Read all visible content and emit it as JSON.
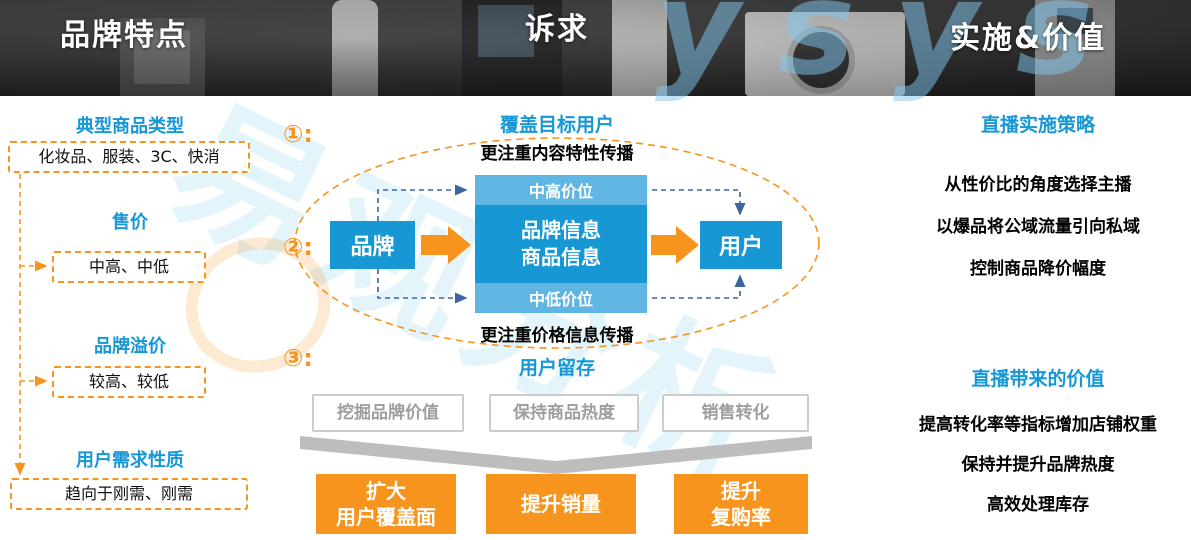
{
  "banner": {
    "left_title": "品牌特点",
    "center_title": "诉求",
    "right_title": "实施&价值"
  },
  "left_panel": {
    "sections": [
      {
        "heading": "典型商品类型",
        "value": "化妆品、服装、3C、快消"
      },
      {
        "heading": "售价",
        "value": "中高、中低"
      },
      {
        "heading": "品牌溢价",
        "value": "较高、较低"
      },
      {
        "heading": "用户需求性质",
        "value": "趋向于刚需、刚需"
      }
    ]
  },
  "center_panel": {
    "steps": [
      "①:",
      "②:",
      "③:"
    ],
    "cover_title": "覆盖目标用户",
    "cover_note": "更注重内容特性传播",
    "price_note": "更注重价格信息传播",
    "retention_title": "用户留存",
    "flow": {
      "brand": "品牌",
      "user": "用户",
      "high_band": "中高价位",
      "low_band": "中低价位",
      "info_line1": "品牌信息",
      "info_line2": "商品信息"
    },
    "strategy_boxes": [
      "挖掘品牌价值",
      "保持商品热度",
      "销售转化"
    ],
    "result_boxes": [
      {
        "line1": "扩大",
        "line2": "用户覆盖面"
      },
      {
        "line1": "提升销量",
        "line2": ""
      },
      {
        "line1": "提升",
        "line2": "复购率"
      }
    ]
  },
  "right_panel": {
    "sections": [
      {
        "heading": "直播实施策略",
        "items": [
          "从性价比的角度选择主播",
          "以爆品将公域流量引向私域",
          "控制商品降价幅度"
        ]
      },
      {
        "heading": "直播带来的价值",
        "items": [
          "提高转化率等指标增加店铺权重",
          "保持并提升品牌热度",
          "高效处理库存"
        ]
      }
    ]
  },
  "watermark": {
    "cjk": "易观分析",
    "latin": "ysys"
  },
  "colors": {
    "accent_blue": "#1798D5",
    "accent_orange": "#F7941D",
    "band_blue": "#5FB6E3",
    "gray_box_border": "#CCCCCC",
    "gray_box_text": "#9E9E9E"
  }
}
